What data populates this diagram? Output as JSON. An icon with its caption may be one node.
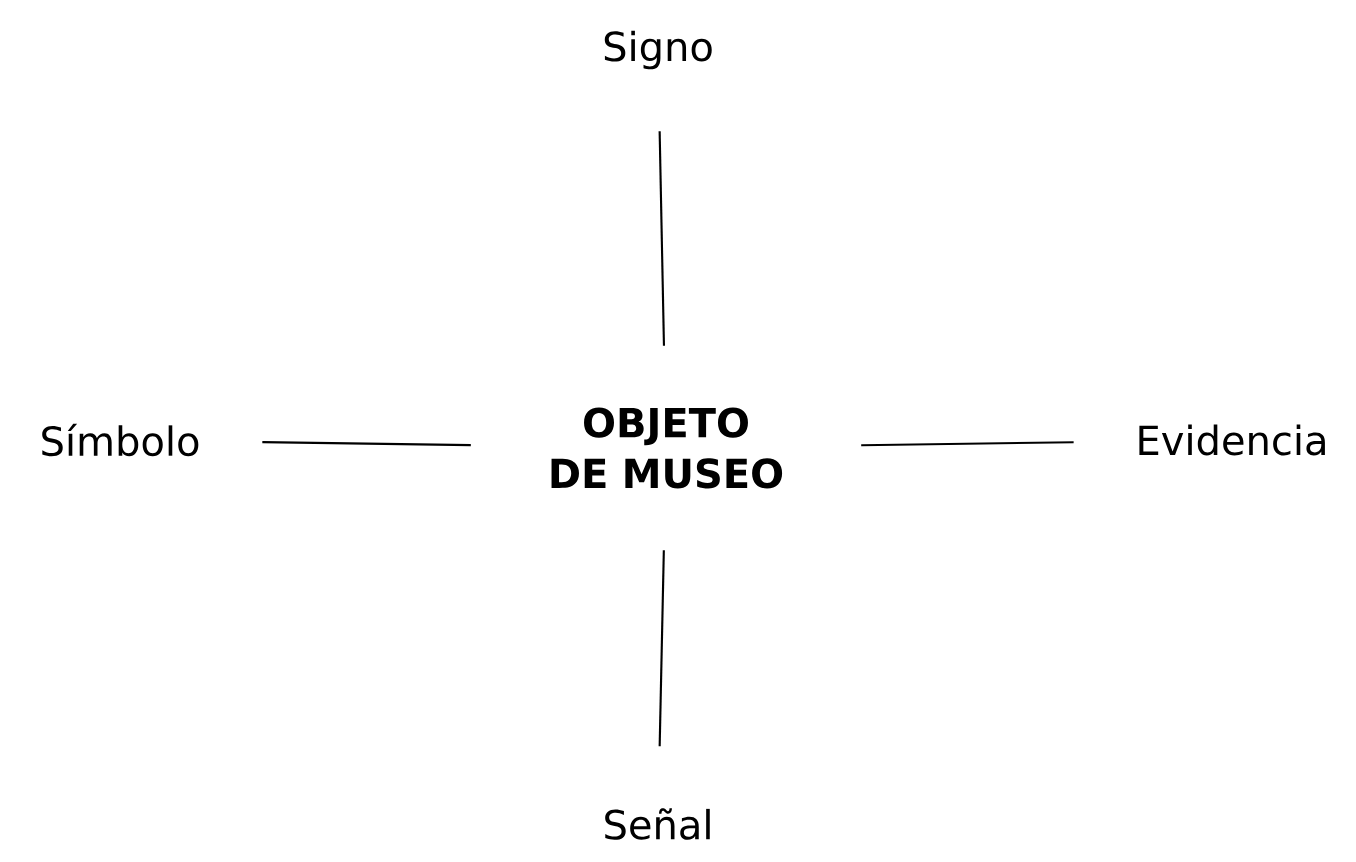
{
  "diagram": {
    "nodes": [
      {
        "text": [
          "OBJETO DE MUSEO"
        ]
      },
      {
        "text": [
          "Signo"
        ]
      },
      {
        "text": [
          "Símbolo"
        ]
      },
      {
        "text": [
          "Evidencia"
        ]
      },
      {
        "text": [
          "Señal"
        ]
      }
    ],
    "edges": [
      {
        "from": 0,
        "to": 1,
        "arrow": "none"
      },
      {
        "from": 0,
        "to": 2,
        "arrow": "none"
      },
      {
        "from": 0,
        "to": 3,
        "arrow": "none"
      },
      {
        "from": 0,
        "to": 4,
        "arrow": "none"
      }
    ]
  }
}
